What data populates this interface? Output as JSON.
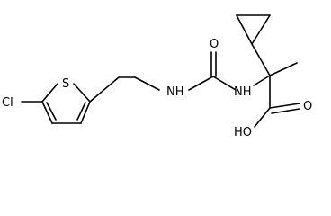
{
  "diagram": {
    "type": "chemical-structure",
    "line_color": "#000000",
    "background": "#ffffff",
    "atom_labels": {
      "chlorine": "Cl",
      "sulfur": "S",
      "amine_left": "NH",
      "amine_right": "NH",
      "carbonyl_oxygen_urea": "O",
      "carbonyl_oxygen_acid": "O",
      "hydroxyl": "HO"
    }
  }
}
